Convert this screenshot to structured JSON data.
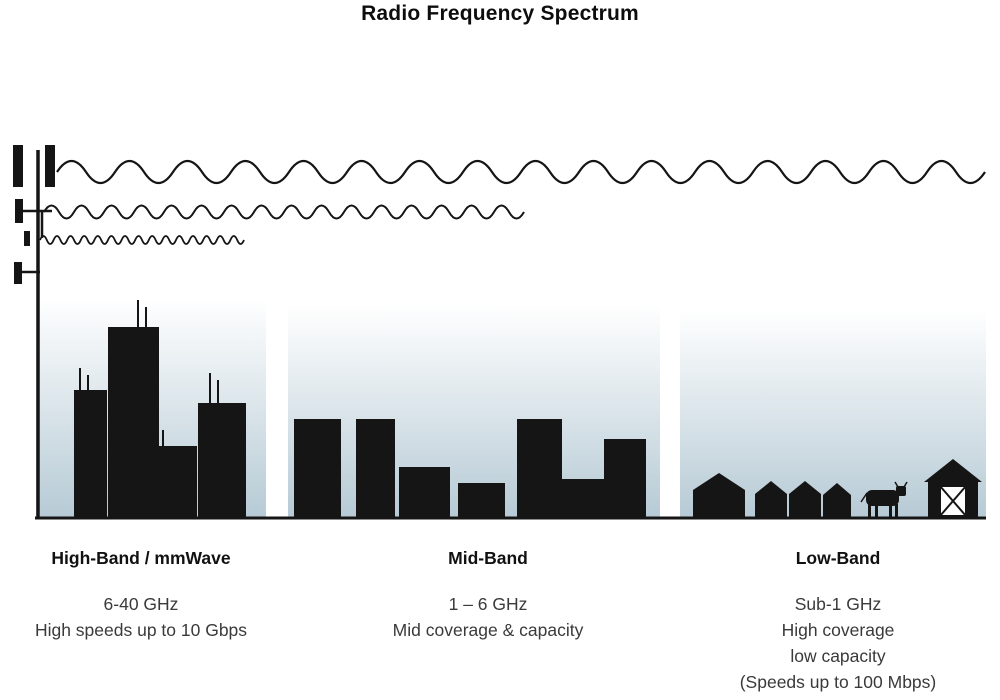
{
  "title": "Radio Frequency Spectrum",
  "bands": [
    {
      "name": "High-Band / mmWave",
      "frequency": "6-40 GHz",
      "description_lines": [
        "High speeds up to 10 Gbps"
      ]
    },
    {
      "name": "Mid-Band",
      "frequency": "1 – 6 GHz",
      "description_lines": [
        "Mid coverage & capacity"
      ]
    },
    {
      "name": "Low-Band",
      "frequency": "Sub-1 GHz",
      "description_lines": [
        "High coverage",
        "low capacity",
        "(Speeds up to 100 Mbps)"
      ]
    }
  ],
  "icons": {
    "tower": "cell-tower-icon",
    "long_wave": "long-wavelength-wave-icon",
    "medium_wave": "medium-wavelength-wave-icon",
    "short_wave": "short-wavelength-wave-icon",
    "city": "high-band-skyline-icon",
    "town": "mid-band-skyline-icon",
    "houses": "low-band-houses-icon",
    "cow": "cow-icon",
    "barn": "barn-icon"
  },
  "colors": {
    "silhouette": "#151515",
    "gradient_bottom": "#b6cad5",
    "text": "#3a3a3a",
    "title": "#0d0d0d"
  }
}
